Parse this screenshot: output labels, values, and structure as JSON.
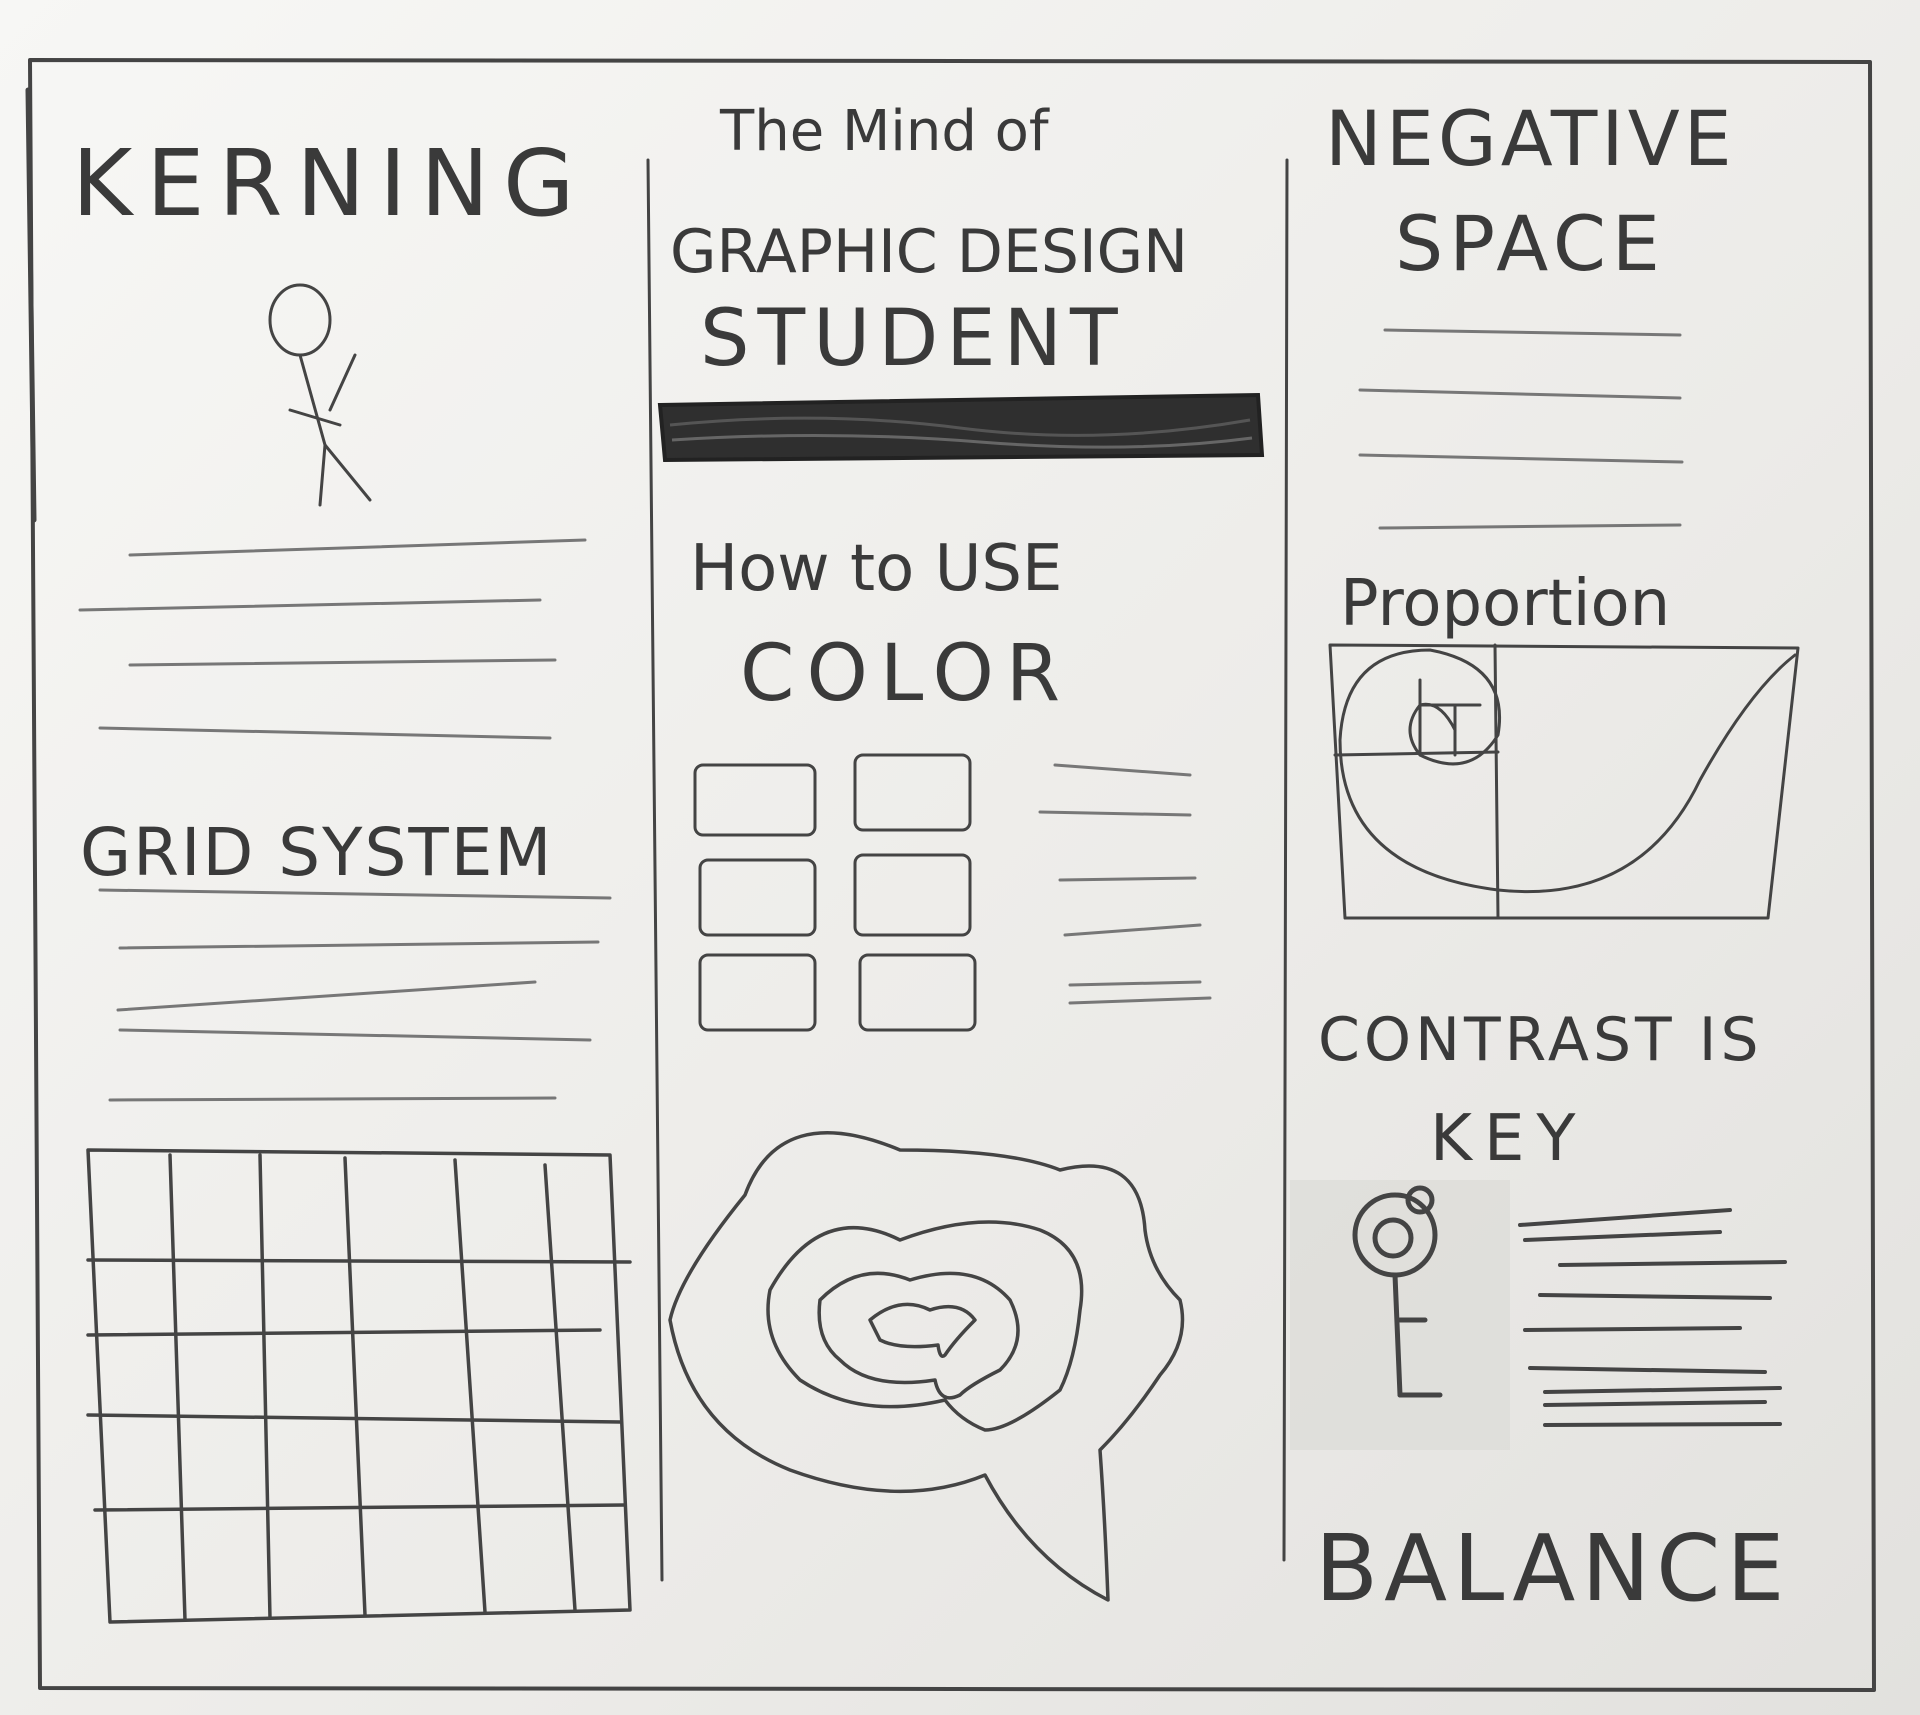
{
  "left_panel": {
    "heading": "KERNING",
    "section2_heading": "GRID SYSTEM"
  },
  "center_panel": {
    "title_line1": "The Mind of",
    "title_line2": "GRAPHIC DESIGN",
    "title_line3": "STUDENT",
    "section_heading_line1": "How to USE",
    "section_heading_line2": "COLOR"
  },
  "right_panel": {
    "heading_line1": "NEGATIVE",
    "heading_line2": "SPACE",
    "section2_heading": "Proportion",
    "section3_heading_line1": "CONTRAST IS",
    "section3_heading_line2": "KEY",
    "footer_heading": "BALANCE"
  },
  "colors": {
    "paper": "#f2f2f0",
    "pencil": "#444444",
    "pencil_fill": "#2f2f2f"
  }
}
